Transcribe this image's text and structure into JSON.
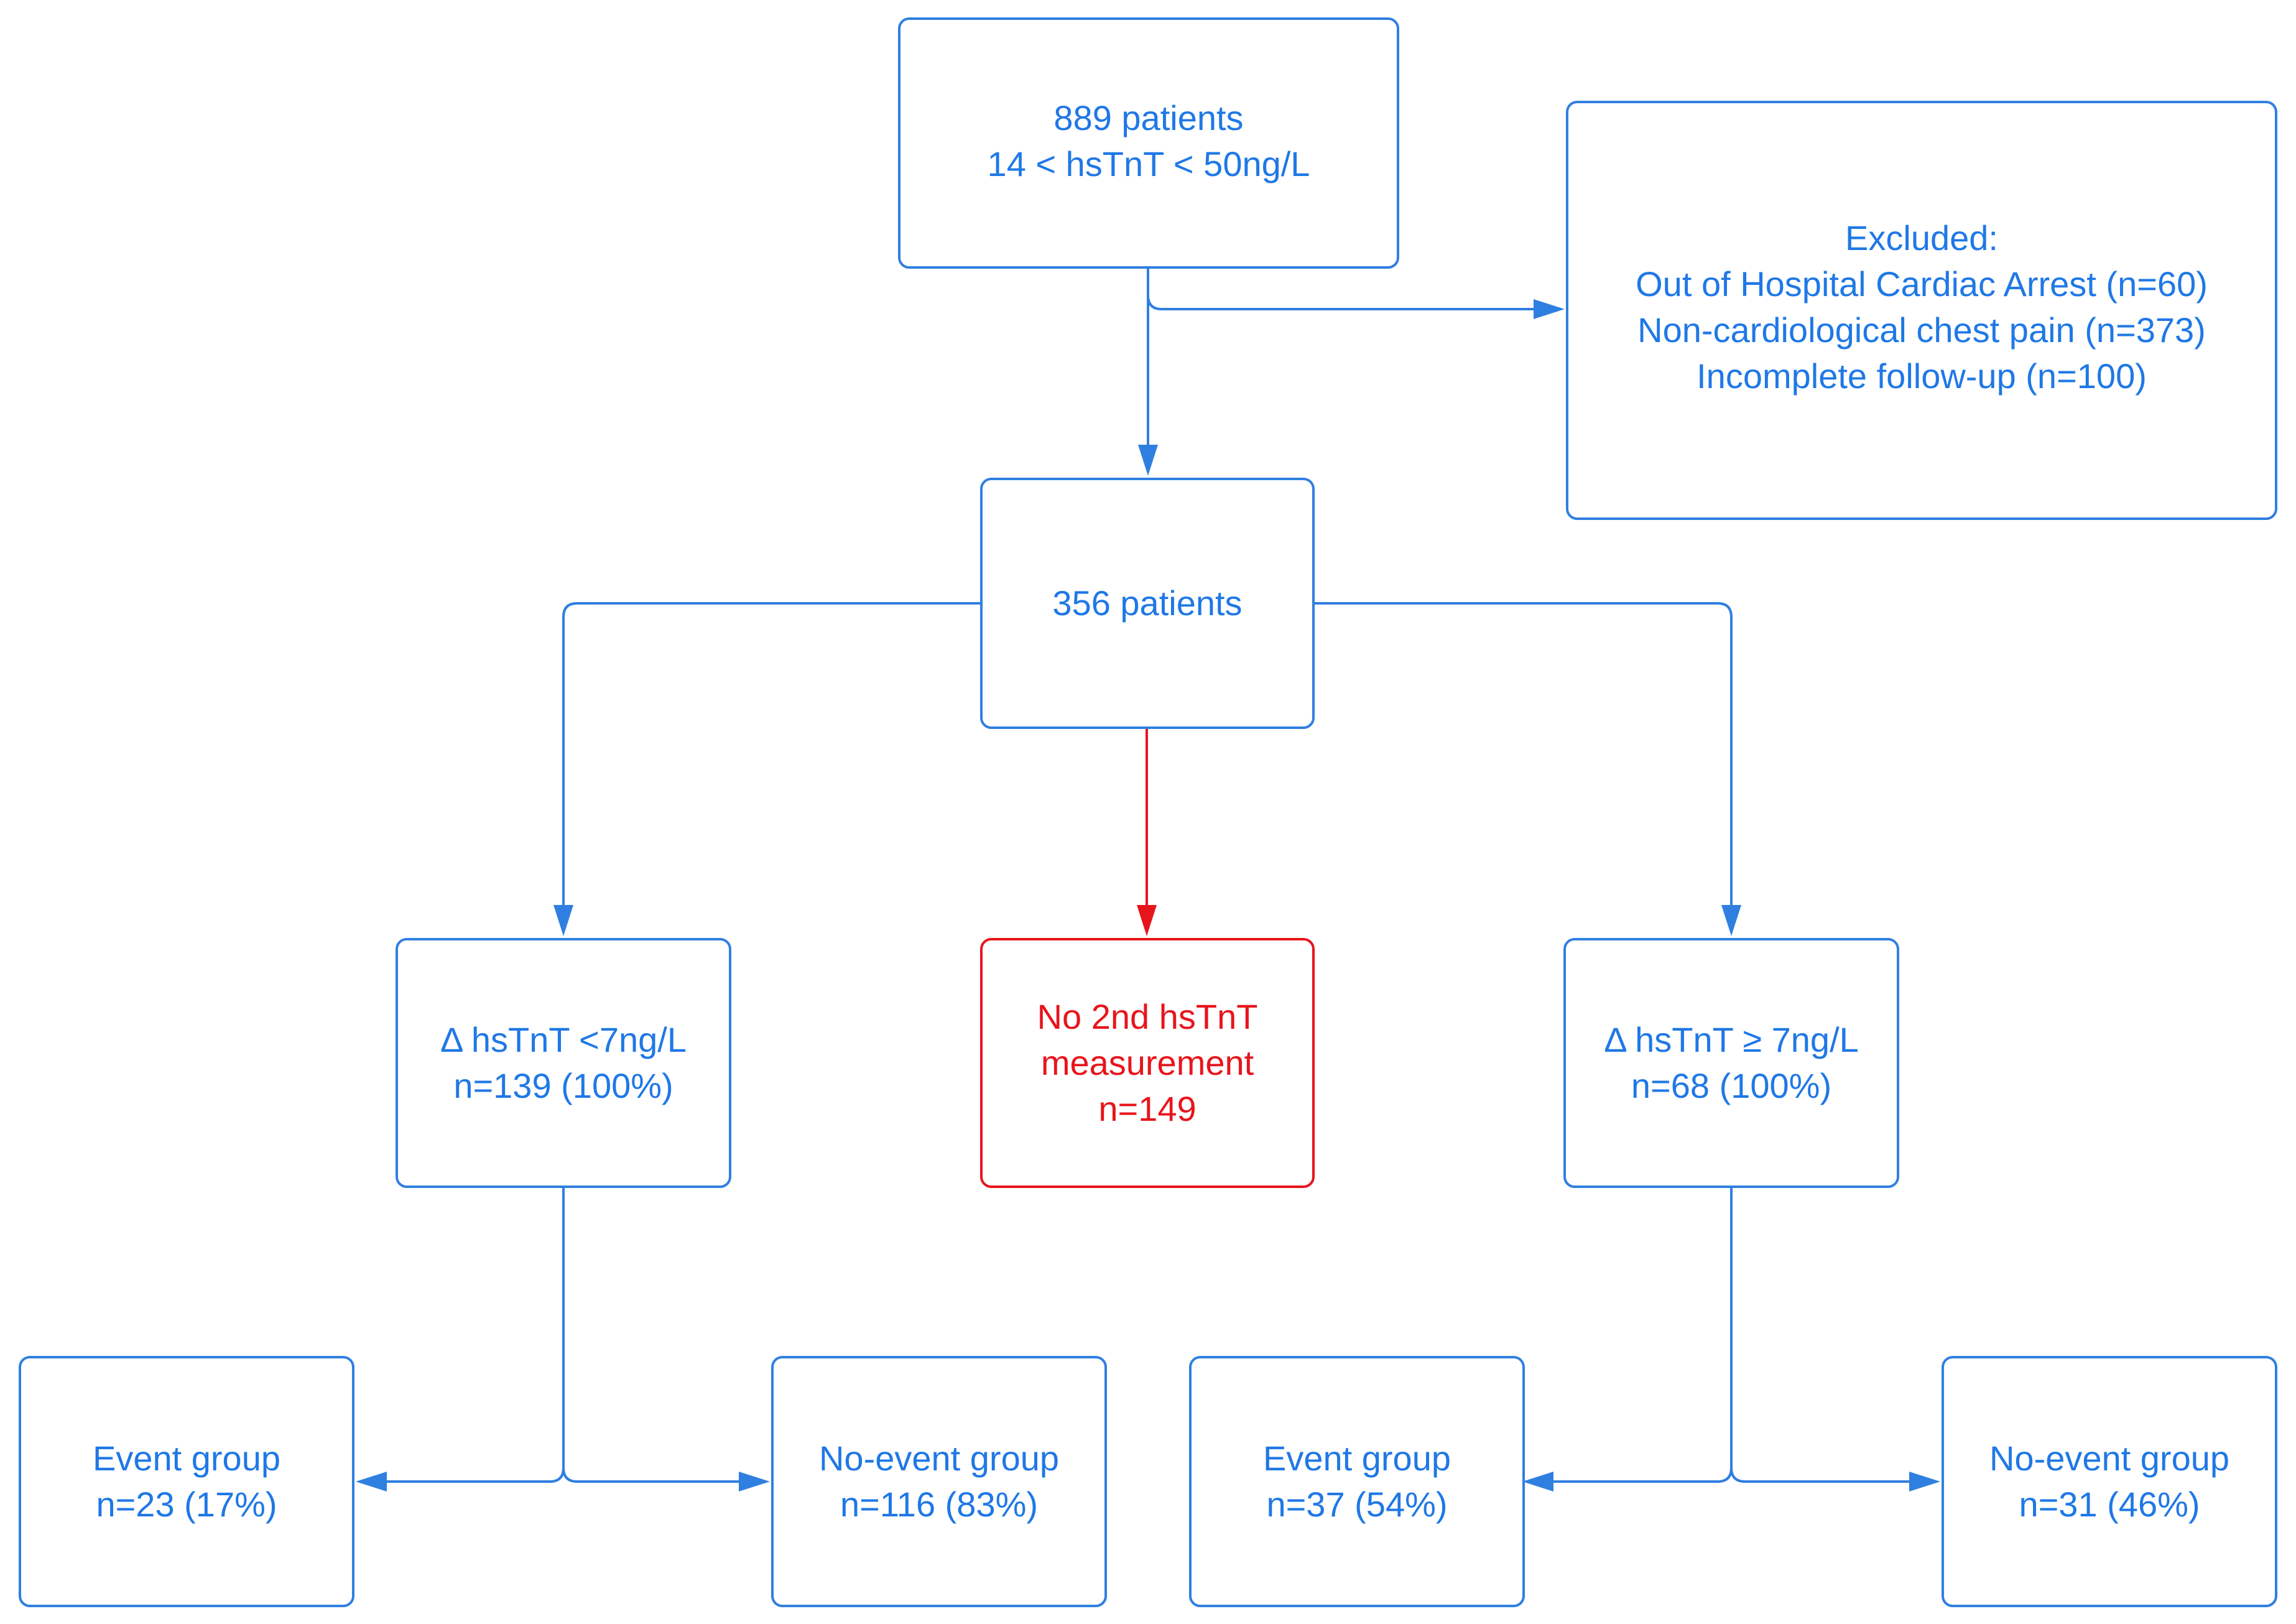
{
  "colors": {
    "primary": "#2f7fe0",
    "primary_text": "#1f78e6",
    "alert": "#e8141c",
    "background": "#ffffff"
  },
  "nodes": {
    "screened": {
      "line1": "889 patients",
      "line2": "14 < hsTnT < 50ng/L"
    },
    "excluded": {
      "title": "Excluded:",
      "reasons": [
        "Out of Hospital Cardiac Arrest (n=60)",
        "Non-cardiological chest pain (n=373)",
        "Incomplete follow-up (n=100)"
      ]
    },
    "included": {
      "line1": "356 patients"
    },
    "delta_low": {
      "line1": "Δ hsTnT <7ng/L",
      "line2": "n=139 (100%)"
    },
    "no_second": {
      "line1": "No 2nd hsTnT",
      "line2": "measurement",
      "line3": "n=149"
    },
    "delta_high": {
      "line1": "Δ hsTnT ≥ 7ng/L",
      "line2": "n=68 (100%)"
    },
    "low_event": {
      "line1": "Event group",
      "line2": "n=23 (17%)"
    },
    "low_no_event": {
      "line1": "No-event group",
      "line2": "n=116 (83%)"
    },
    "high_event": {
      "line1": "Event group",
      "line2": "n=37 (54%)"
    },
    "high_no_event": {
      "line1": "No-event group",
      "line2": "n=31 (46%)"
    }
  }
}
